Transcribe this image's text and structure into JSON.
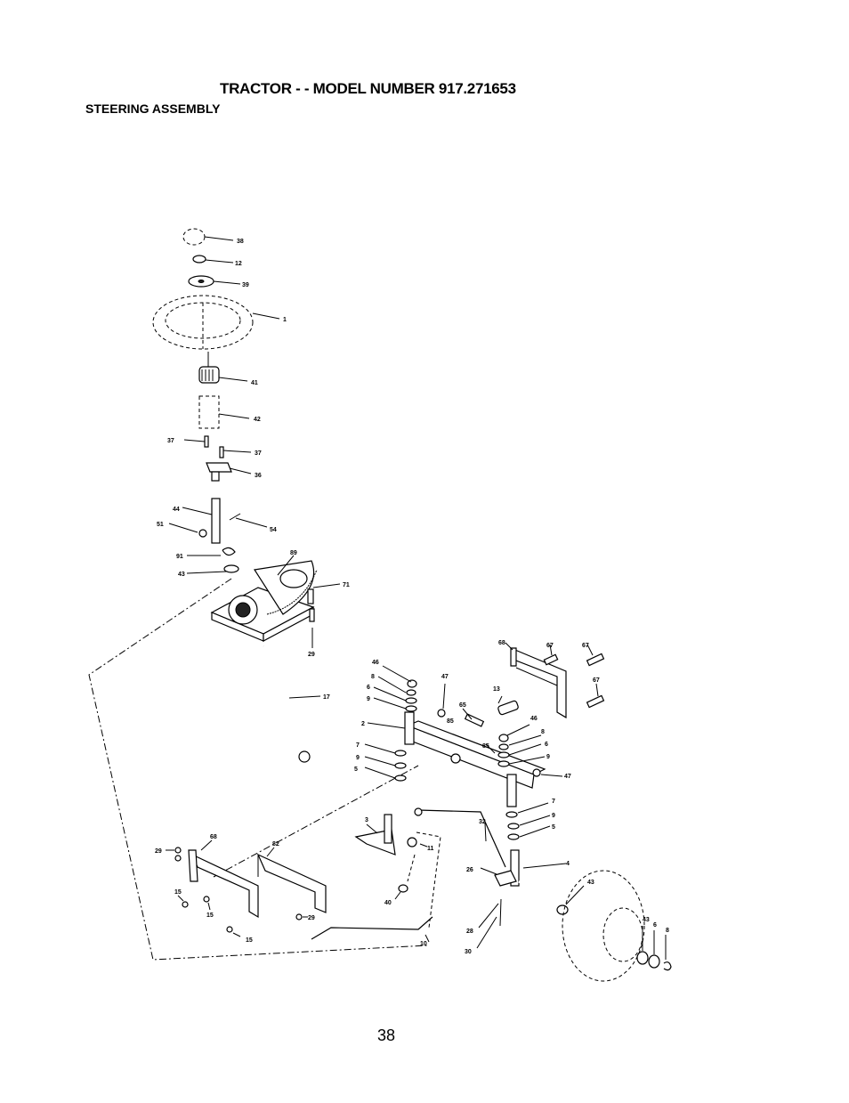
{
  "header": {
    "title": "TRACTOR - - MODEL NUMBER 917.271653",
    "subtitle": "STEERING ASSEMBLY"
  },
  "page_number": "38",
  "part_callouts": [
    "38",
    "12",
    "39",
    "1",
    "41",
    "42",
    "37",
    "37",
    "36",
    "44",
    "54",
    "51",
    "91",
    "89",
    "43",
    "71",
    "29",
    "17",
    "68",
    "67",
    "67",
    "67",
    "46",
    "47",
    "8",
    "6",
    "9",
    "65",
    "85",
    "13",
    "2",
    "46",
    "8",
    "6",
    "9",
    "47",
    "7",
    "9",
    "5",
    "85",
    "3",
    "32",
    "11",
    "7",
    "9",
    "5",
    "4",
    "26",
    "40",
    "28",
    "30",
    "10",
    "68",
    "29",
    "82",
    "15",
    "15",
    "29",
    "15",
    "43",
    "43",
    "6",
    "8"
  ]
}
